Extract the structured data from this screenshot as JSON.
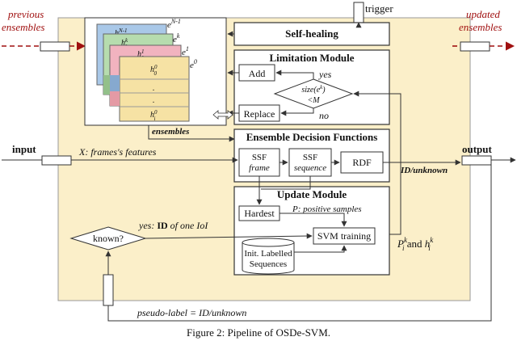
{
  "labels": {
    "trigger": "trigger",
    "previous_ensembles": [
      "previous",
      "ensembles"
    ],
    "updated_ensembles": [
      "updated",
      "ensembles"
    ],
    "self_healing": "Self-healing",
    "limitation_module": "Limitation Module",
    "add": "Add",
    "replace": "Replace",
    "yes": "yes",
    "no": "no",
    "size_cond_l1": "size(e",
    "size_cond_sup": "k",
    "size_cond_l1_end": ")",
    "size_cond_l2": "<M",
    "ensembles": "ensembles",
    "ensemble_decision_functions": "Ensemble Decision Functions",
    "input": "input",
    "output": "output",
    "frames_features": "X: frames's features",
    "ssf_frame": [
      "SSF",
      "frame"
    ],
    "ssf_sequence": [
      "SSF",
      "sequence"
    ],
    "rdf": "RDF",
    "id_unknown": "ID/unknown",
    "update_module": "Update Module",
    "hardest": "Hardest",
    "positive_samples": "P: positive samples",
    "svm_training": "SVM training",
    "init_labelled": [
      "Init. Labelled",
      "Sequences"
    ],
    "known": "known?",
    "yes_id": "yes: ",
    "yes_id_bold": "ID",
    "yes_id_rest": " of one IoI",
    "pkhk_and": " and ",
    "pseudo_label": "pseudo-label = ID/unknown",
    "caption": "Figure 2: Pipeline of OSDe-SVM."
  },
  "ensemble_labels": [
    {
      "h": "h",
      "sup": "N-1",
      "sub": "0",
      "e": "e",
      "esup": "N-1"
    },
    {
      "h": "h",
      "sup": "k",
      "sub": "0",
      "e": "e",
      "esup": "k"
    },
    {
      "h": "h",
      "sup": "1",
      "sub": "0",
      "e": "e",
      "esup": "1"
    },
    {
      "h": "h",
      "sup": "0",
      "sub": "0",
      "e": "e",
      "esup": "0"
    }
  ],
  "front_card_rows": [
    {
      "h": "h",
      "sup": "0",
      "sub": "0"
    },
    {
      "h": "h",
      "sup": "0",
      "sub": "i"
    }
  ],
  "colors": {
    "panel_bg": "#fbefc9",
    "dashed_arrow": "#a01010",
    "card_blue": "#a9c8e8",
    "card_green": "#b6dcae",
    "card_pink": "#f1b3bf",
    "card_yellow": "#f6e2a4",
    "card_side_pink": "#e49aa5",
    "card_side_blue": "#86a9cf",
    "card_side_green": "#93c08a"
  }
}
